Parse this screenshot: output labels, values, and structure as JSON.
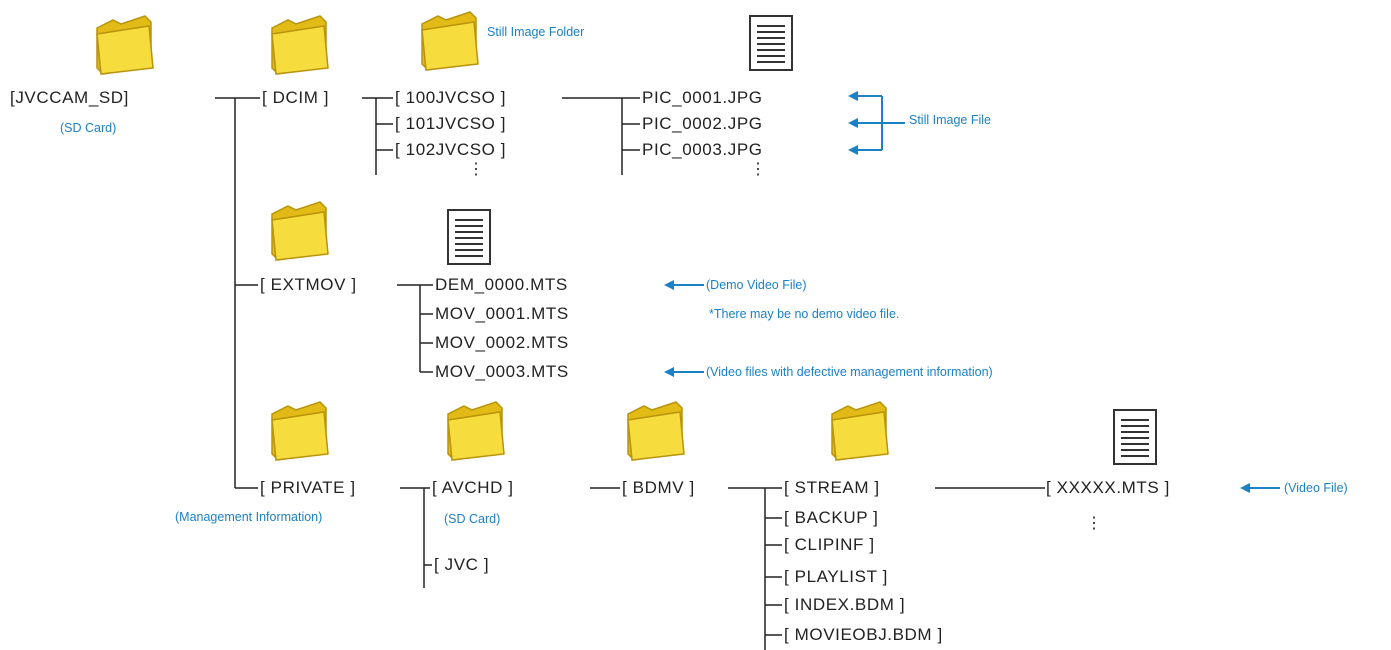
{
  "colors": {
    "line": "#222222",
    "accent": "#1a82c4",
    "folder": "#f7dc3d",
    "folder_dark": "#e2bb16"
  },
  "icons": {
    "folder": "folder-icon",
    "file": "file-icon",
    "arrow": "arrow-left-icon"
  },
  "tree": {
    "root": "[JVCCAM_SD]",
    "root_note": "(SD Card)",
    "dcim": "[ DCIM ]",
    "dcim_children": [
      "[ 100JVCSO ]",
      "[ 101JVCSO ]",
      "[ 102JVCSO ]"
    ],
    "still_folder_note": "Still Image Folder",
    "pics": [
      "PIC_0001.JPG",
      "PIC_0002.JPG",
      "PIC_0003.JPG"
    ],
    "still_file_note": "Still Image File",
    "extmov": "[ EXTMOV ]",
    "movs": [
      "DEM_0000.MTS",
      "MOV_0001.MTS",
      "MOV_0002.MTS",
      "MOV_0003.MTS"
    ],
    "demo_note": "(Demo Video File)",
    "demo_footnote": "*There may be no demo video file.",
    "defective_note": "(Video files with defective management information)",
    "private": "[ PRIVATE ]",
    "private_note": "(Management Information)",
    "avchd": "[ AVCHD ]",
    "avchd_note": "(SD Card)",
    "jvc": "[ JVC ]",
    "bdmv": "[ BDMV ]",
    "bdmv_children": [
      "[ STREAM ]",
      "[ BACKUP ]",
      "[ CLIPINF ]",
      "[ PLAYLIST ]",
      "[ INDEX.BDM ]",
      "[ MOVIEOBJ.BDM ]"
    ],
    "stream_file": "[ XXXXX.MTS ]",
    "video_note": "(Video File)",
    "ellipsis": "⋮"
  }
}
